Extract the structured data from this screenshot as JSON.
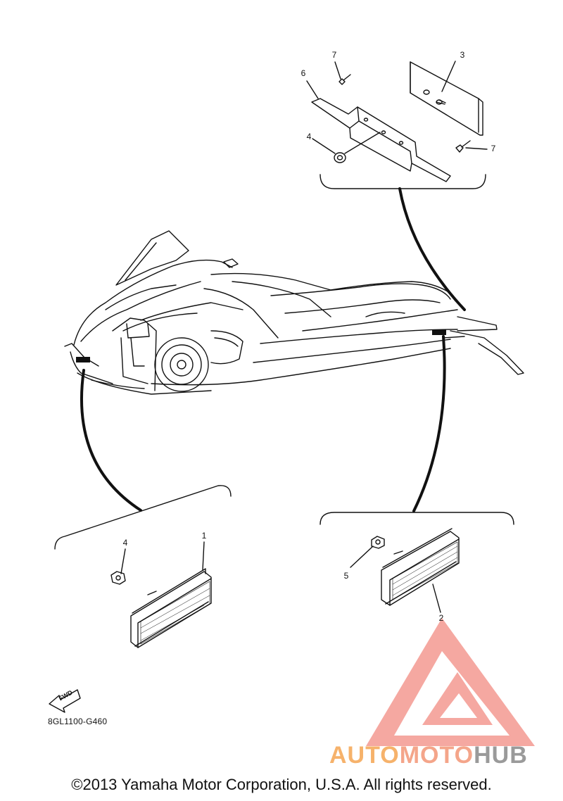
{
  "callouts": {
    "top": [
      "7",
      "6",
      "3",
      "4",
      "7"
    ],
    "left": [
      "4",
      "1"
    ],
    "right": [
      "5",
      "2"
    ]
  },
  "fwd_label": "FWD",
  "diagram_code": "8GL1100-G460",
  "copyright": "©2013 Yamaha Motor Corporation, U.S.A. All rights reserved.",
  "watermark": {
    "part1": "AUTO",
    "part2": "MOTO",
    "part3": "HUB"
  },
  "colors": {
    "line": "#111111",
    "watermark_logo": "#f28b82",
    "watermark_auto": "#f6b26b",
    "watermark_hub": "#9a9a9a"
  }
}
